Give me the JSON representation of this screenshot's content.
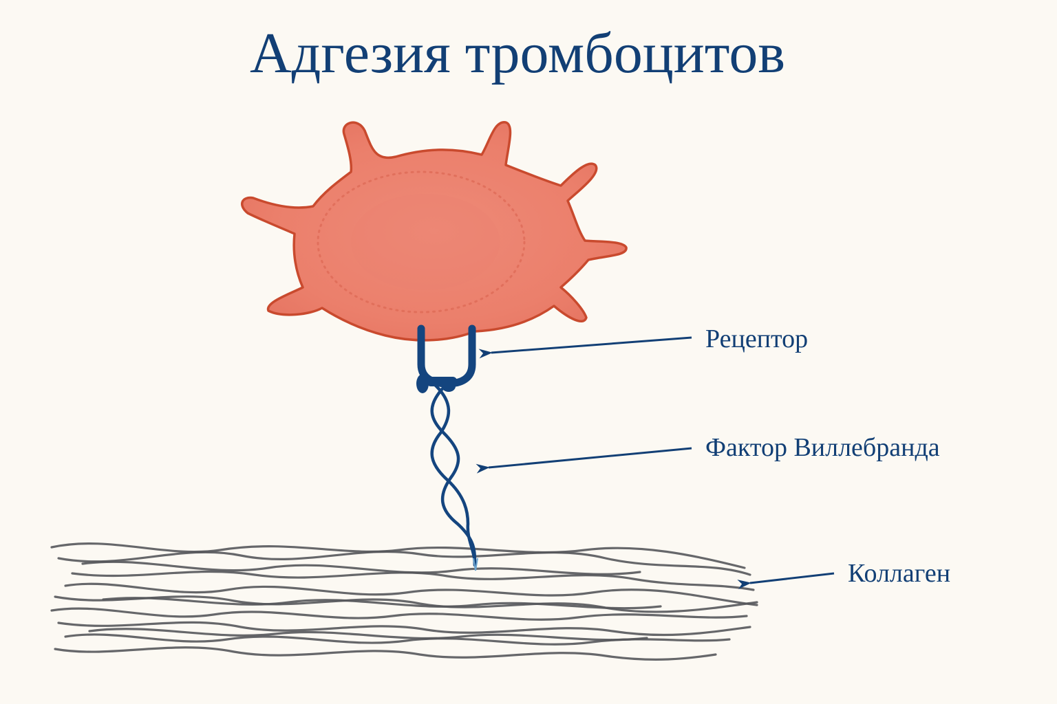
{
  "title": "Адгезия тромбоцитов",
  "labels": {
    "receptor": "Рецептор",
    "vwf": "Фактор Виллебранда",
    "collagen": "Коллаген"
  },
  "colors": {
    "title": "#123f75",
    "platelet_fill": "#ec8370",
    "platelet_stroke": "#c94a2e",
    "receptor": "#14457f",
    "vwf": "#14457f",
    "collagen": "#55565b",
    "background": "#fcf9f3"
  }
}
